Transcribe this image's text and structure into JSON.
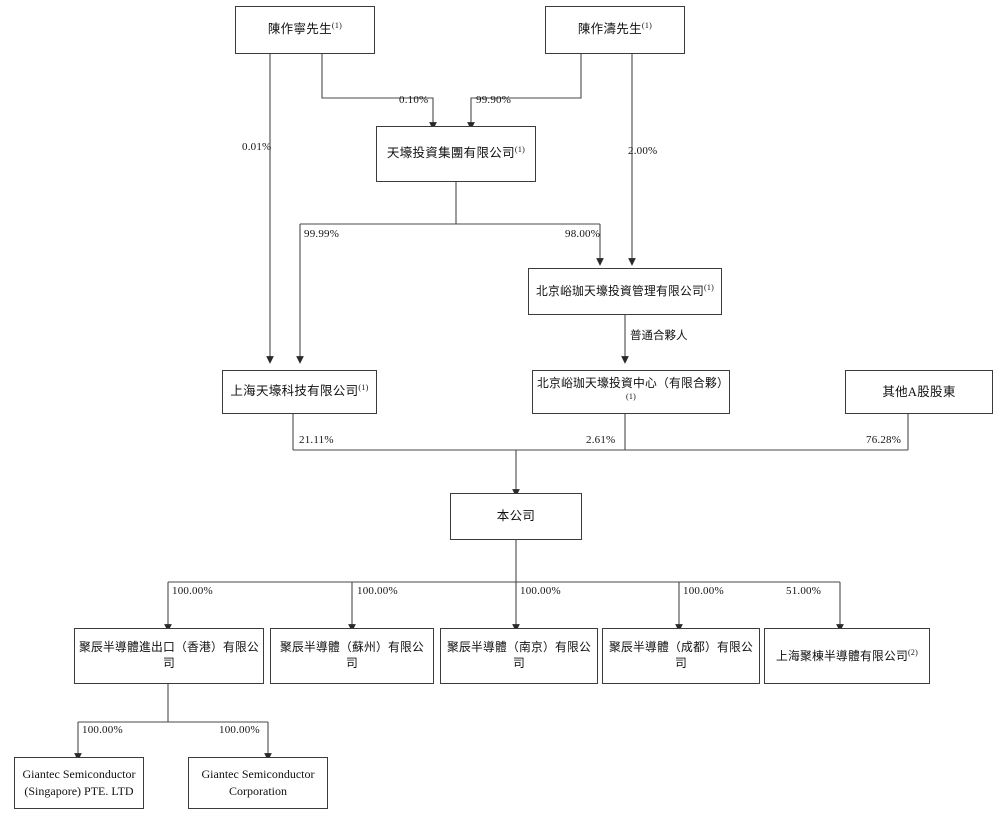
{
  "diagram": {
    "type": "ownership-structure-chart",
    "title": "",
    "nodes": [
      {
        "id": "chen_zuoning",
        "label": "陳作寧先生",
        "sup": "(1)",
        "script": "cjk"
      },
      {
        "id": "chen_zuotao",
        "label": "陳作濤先生",
        "sup": "(1)",
        "script": "cjk"
      },
      {
        "id": "tianhao_group",
        "label": "天壕投資集團有限公司",
        "sup": "(1)",
        "script": "cjk"
      },
      {
        "id": "beijing_luojia_mgmt",
        "label": "北京峪珈天壕投資管理有限公司",
        "sup": "(1)",
        "script": "cjk"
      },
      {
        "id": "shanghai_tianhao",
        "label": "上海天壕科技有限公司",
        "sup": "(1)",
        "script": "cjk"
      },
      {
        "id": "beijing_luojia_lp",
        "label": "北京峪珈天壕投資中心（有限合夥）",
        "sup": "(1)",
        "script": "cjk"
      },
      {
        "id": "other_a_holders",
        "label": "其他A股股東",
        "sup": "",
        "script": "cjk"
      },
      {
        "id": "the_company",
        "label": "本公司",
        "sup": "",
        "script": "cjk"
      },
      {
        "id": "sub_hk",
        "label": "聚辰半導體進出口（香港）有限公司",
        "sup": "",
        "script": "cjk"
      },
      {
        "id": "sub_suzhou",
        "label": "聚辰半導體（蘇州）有限公司",
        "sup": "",
        "script": "cjk"
      },
      {
        "id": "sub_nanjing",
        "label": "聚辰半導體（南京）有限公司",
        "sup": "",
        "script": "cjk"
      },
      {
        "id": "sub_chengdu",
        "label": "聚辰半導體（成都）有限公司",
        "sup": "",
        "script": "cjk"
      },
      {
        "id": "sub_judong",
        "label": "上海聚棟半導體有限公司",
        "sup": "(2)",
        "script": "cjk"
      },
      {
        "id": "giantec_sg",
        "label": "Giantec Semiconductor\n(Singapore) PTE. LTD",
        "sup": "",
        "script": "latin"
      },
      {
        "id": "giantec_corp",
        "label": "Giantec Semiconductor\nCorporation",
        "sup": "",
        "script": "latin"
      }
    ],
    "edges": [
      {
        "from": "chen_zuoning",
        "to": "shanghai_tianhao",
        "percent": "0.01%"
      },
      {
        "from": "chen_zuoning",
        "to": "tianhao_group",
        "percent": "0.10%"
      },
      {
        "from": "chen_zuotao",
        "to": "tianhao_group",
        "percent": "99.90%"
      },
      {
        "from": "chen_zuotao",
        "to": "beijing_luojia_mgmt",
        "percent": "2.00%"
      },
      {
        "from": "tianhao_group",
        "to": "shanghai_tianhao",
        "percent": "99.99%"
      },
      {
        "from": "tianhao_group",
        "to": "beijing_luojia_mgmt",
        "percent": "98.00%"
      },
      {
        "from": "beijing_luojia_mgmt",
        "to": "beijing_luojia_lp",
        "percent": "普通合夥人"
      },
      {
        "from": "shanghai_tianhao",
        "to": "the_company",
        "percent": "21.11%"
      },
      {
        "from": "beijing_luojia_lp",
        "to": "the_company",
        "percent": "2.61%"
      },
      {
        "from": "other_a_holders",
        "to": "the_company",
        "percent": "76.28%"
      },
      {
        "from": "the_company",
        "to": "sub_hk",
        "percent": "100.00%"
      },
      {
        "from": "the_company",
        "to": "sub_suzhou",
        "percent": "100.00%"
      },
      {
        "from": "the_company",
        "to": "sub_nanjing",
        "percent": "100.00%"
      },
      {
        "from": "the_company",
        "to": "sub_chengdu",
        "percent": "100.00%"
      },
      {
        "from": "the_company",
        "to": "sub_judong",
        "percent": "51.00%"
      },
      {
        "from": "sub_hk",
        "to": "giantec_sg",
        "percent": "100.00%"
      },
      {
        "from": "sub_hk",
        "to": "giantec_corp",
        "percent": "100.00%"
      }
    ],
    "percent_labels": {
      "p_001": "0.01%",
      "p_010": "0.10%",
      "p_9990": "99.90%",
      "p_200": "2.00%",
      "p_9999": "99.99%",
      "p_9800": "98.00%",
      "p_gp": "普通合夥人",
      "p_2111": "21.11%",
      "p_261": "2.61%",
      "p_7628": "76.28%",
      "p_hk": "100.00%",
      "p_suzhou": "100.00%",
      "p_nanjing": "100.00%",
      "p_chengdu": "100.00%",
      "p_judong": "51.00%",
      "p_sg": "100.00%",
      "p_corp": "100.00%"
    },
    "colors": {
      "box_border": "#3b3b3b",
      "line": "#4a4a4a",
      "text": "#101010",
      "background": "#ffffff"
    }
  }
}
